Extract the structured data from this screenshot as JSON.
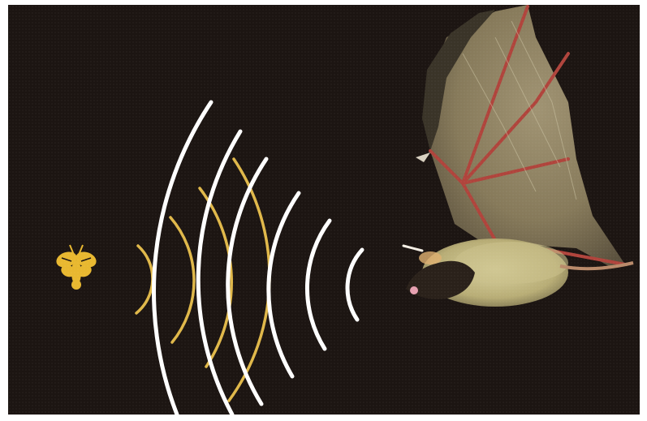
{
  "scene": {
    "background_color": "#1c1512",
    "emitted_wave_color": "#ffffff",
    "echo_wave_color": "#e0b84a",
    "moth_color": "#e8b830",
    "emitted_wave_count": 6,
    "echo_wave_count": 4,
    "icons": [
      "moth-icon",
      "bat-figure"
    ]
  }
}
